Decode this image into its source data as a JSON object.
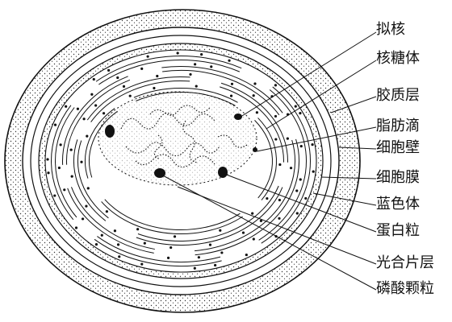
{
  "labels": {
    "nucleoid": "拟核",
    "ribosome": "核糖体",
    "mucilage_layer": "胶质层",
    "lipid_droplet": "脂肪滴",
    "cell_wall": "细胞壁",
    "cell_membrane": "细胞膜",
    "cyanophycean_body": "蓝色体",
    "protein_granule": "蛋白粒",
    "photosynthetic_lamellae": "光合片层",
    "phosphate_granule": "磷酸颗粒"
  },
  "colors": {
    "ink": "#111111",
    "paper": "#ffffff",
    "stipple": "#333333"
  }
}
